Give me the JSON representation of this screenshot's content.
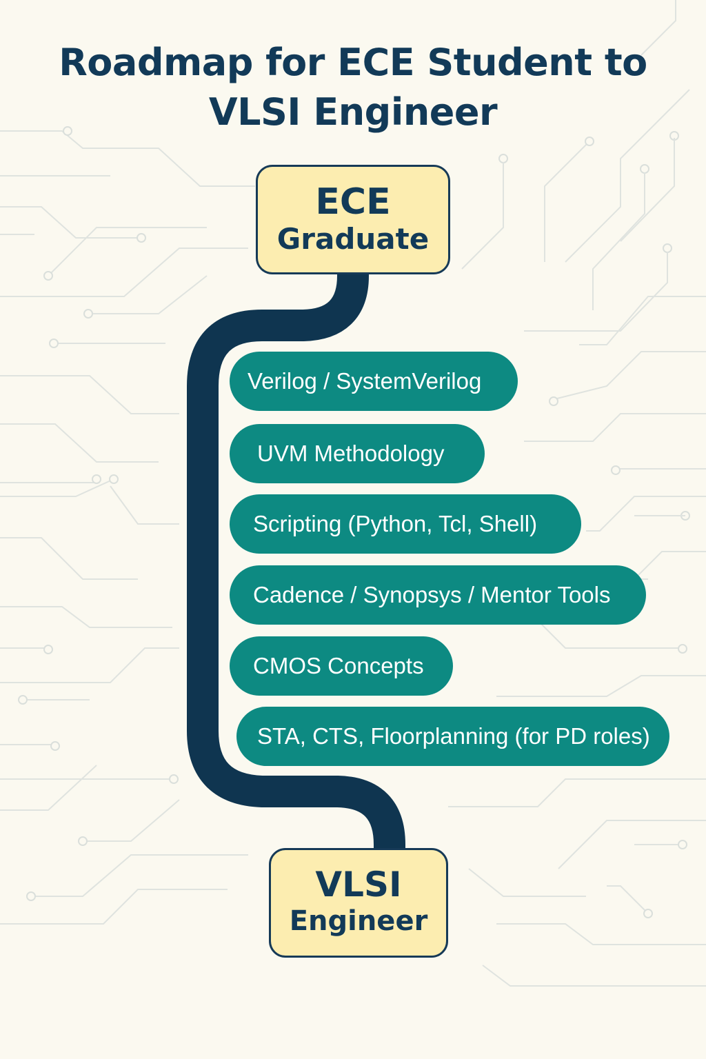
{
  "title": {
    "line1": "Roadmap for ECE Student to",
    "line2": "VLSI Engineer"
  },
  "start": {
    "line1": "ECE",
    "line2": "Graduate"
  },
  "end": {
    "line1": "VLSI",
    "line2": "Engineer"
  },
  "skills": [
    "Verilog / SystemVerilog",
    "UVM Methodology",
    "Scripting (Python, Tcl, Shell)",
    "Cadence / Synopsys / Mentor Tools",
    "CMOS Concepts",
    "STA, CTS, Floorplanning (for PD roles)"
  ],
  "colors": {
    "background": "#fbf9f0",
    "title": "#123a58",
    "milestone_fill": "#fcedb0",
    "milestone_border": "#163a57",
    "skill_fill": "#0d8a82",
    "skill_text": "#ffffff",
    "path": "#0f3550",
    "circuit_trace": "#dfe3df"
  }
}
